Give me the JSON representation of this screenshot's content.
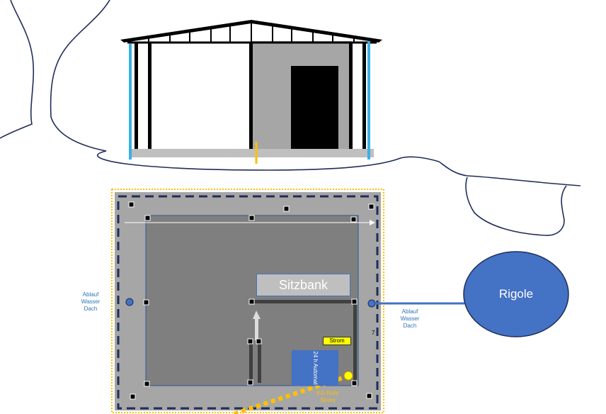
{
  "labels": {
    "sitzbank": "Sitzbank",
    "rigole": "Rigole",
    "strom_tag": "Strom",
    "automat": "24 h Automat",
    "kg_rohr_line1": "KG Rohr",
    "kg_rohr_line2": "Strom",
    "ablauf_left": [
      "Ablauf",
      "Wasser",
      "Dach"
    ],
    "ablauf_right": [
      "Ablauf",
      "Wasser",
      "Dach"
    ],
    "small_number": "7"
  },
  "colors": {
    "outline": "#1f2d5a",
    "slab": "#a6a6a6",
    "floor": "#7f7f7f",
    "accent_blue": "#4472c4",
    "downpipe": "#3bb0e6",
    "dashed_yellow": "#ffc000",
    "strom_yellow": "#ffff00",
    "door": "#000000",
    "wall_grey": "#a6a6a6"
  }
}
